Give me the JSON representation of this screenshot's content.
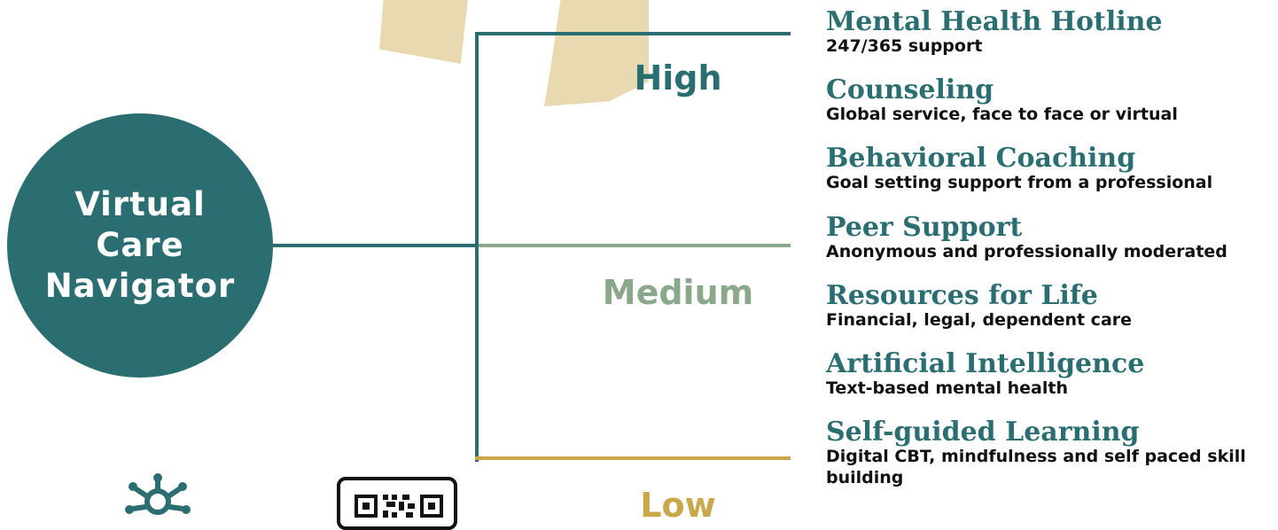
{
  "hub": {
    "title": "Virtual\nCare\nNavigator"
  },
  "levels": {
    "high": "High",
    "medium": "Medium",
    "low": "Low"
  },
  "services": [
    {
      "title": "Mental Health Hotline",
      "desc": "247/365 support"
    },
    {
      "title": "Counseling",
      "desc": "Global service, face to face or virtual"
    },
    {
      "title": "Behavioral Coaching",
      "desc": "Goal setting support from a professional"
    },
    {
      "title": "Peer Support",
      "desc": "Anonymous and professionally moderated"
    },
    {
      "title": "Resources for Life",
      "desc": "Financial, legal, dependent care"
    },
    {
      "title": "Artificial Intelligence",
      "desc": "Text-based mental health"
    },
    {
      "title": "Self-guided Learning",
      "desc": "Digital CBT, mindfulness and self paced skill building"
    }
  ],
  "icons": {
    "people": "people-network-icon",
    "qr": "qr-code-icon"
  },
  "colors": {
    "teal": "#2b6e72",
    "sage": "#8ba98a",
    "gold": "#c9a84c",
    "sand": "#e8d9b0"
  }
}
